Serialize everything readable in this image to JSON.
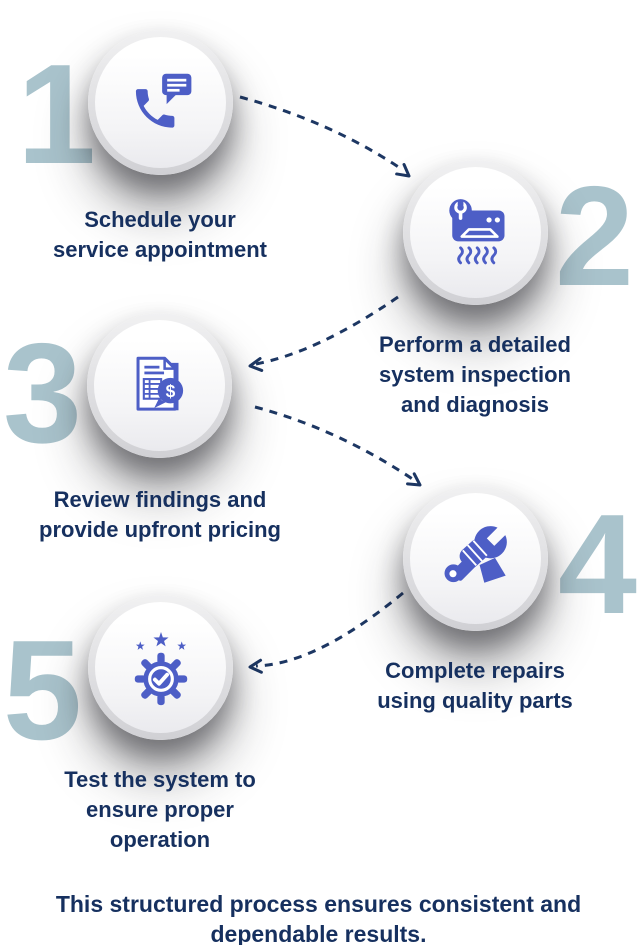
{
  "palette": {
    "number_color": "#a9c3cc",
    "text_color": "#16305f",
    "icon_color": "#4d5ec6",
    "connector_color": "#1d3763",
    "circle_ring": "#d0d0d4"
  },
  "steps": [
    {
      "number": "1",
      "label": "Schedule your\nservice appointment",
      "icon": "phone-chat-icon"
    },
    {
      "number": "2",
      "label": "Perform a detailed\nsystem inspection\nand diagnosis",
      "icon": "ac-unit-wrench-icon"
    },
    {
      "number": "3",
      "label": "Review findings and\nprovide upfront pricing",
      "icon": "invoice-dollar-icon"
    },
    {
      "number": "4",
      "label": "Complete repairs\nusing quality parts",
      "icon": "hand-wrench-icon"
    },
    {
      "number": "5",
      "label": "Test the system to\nensure proper\noperation",
      "icon": "gear-check-icon"
    }
  ],
  "footer": {
    "text": "This structured process ensures consistent and\ndependable results."
  }
}
